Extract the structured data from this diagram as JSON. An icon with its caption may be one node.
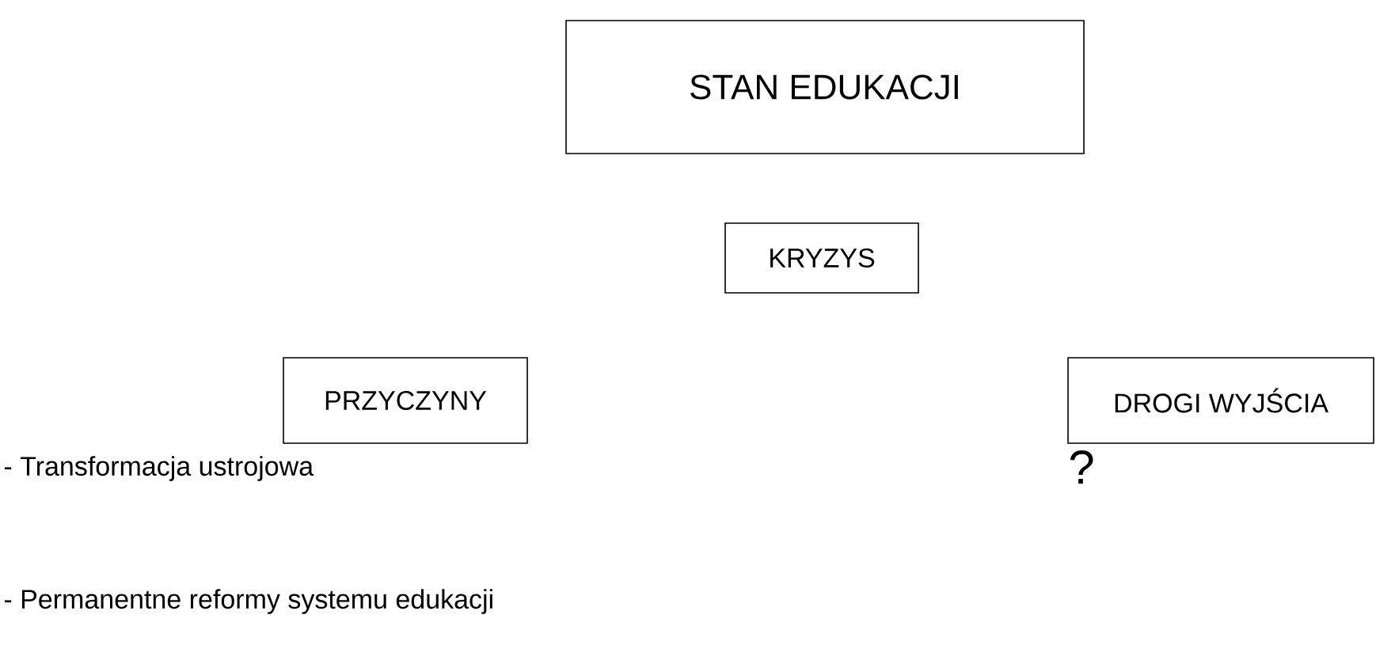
{
  "diagram": {
    "nodes": [
      {
        "text": [
          "STAN  EDUKACJI"
        ]
      },
      {
        "text": [
          "KRYZYS"
        ]
      },
      {
        "text": [
          "PRZYCZYNY"
        ]
      },
      {
        "text": [
          "DROGI WYJŚCIA"
        ],
        "beside": [
          "?"
        ]
      }
    ],
    "labels": [
      "- Transformacja ustrojowa",
      "- Permanentne reformy systemu edukacji"
    ]
  }
}
